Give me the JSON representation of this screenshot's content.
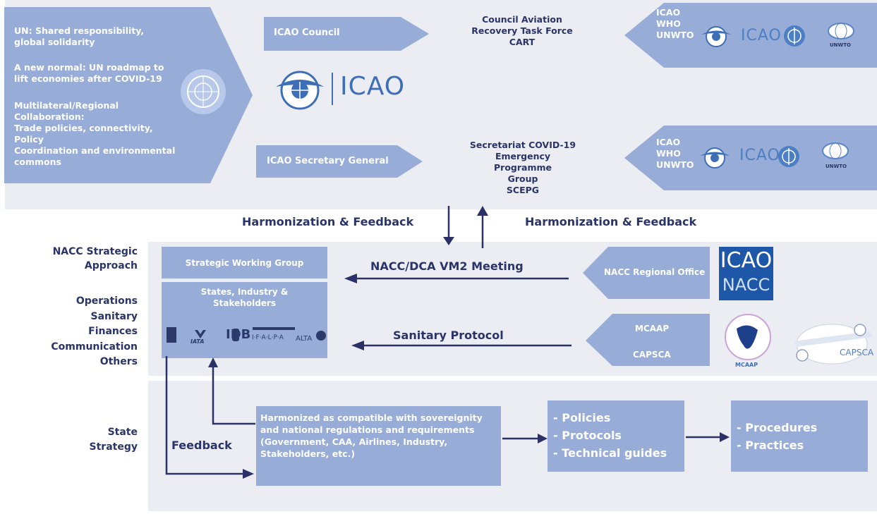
{
  "un_box": {
    "line1": "UN: Shared responsibility,\nglobal solidarity",
    "line2": "A new normal: UN roadmap to\nlift economies after COVID-19",
    "line3": "Multilateral/Regional\nCollaboration:\nTrade policies, connectivity,\nPolicy\nCoordination and environmental\ncommons"
  },
  "council": {
    "label": "ICAO Council",
    "task_force": "Council Aviation\nRecovery Task Force\nCART"
  },
  "icao_logo_text": "ICAO",
  "secretary": {
    "label": "ICAO Secretary General",
    "group": "Secretariat COVID-19\nEmergency Programme\nGroup\nSCEPG"
  },
  "partners_top": {
    "names": "ICAO\nWHO\nUNWTO",
    "icao": "ICAO",
    "unwto": "UNWTO"
  },
  "partners_bottom": {
    "names": "ICAO\nWHO\nUNWTO",
    "icao": "ICAO",
    "unwto": "UNWTO"
  },
  "harmonization_left": "Harmonization & Feedback",
  "harmonization_right": "Harmonization & Feedback",
  "left_labels": {
    "strategic": "NACC Strategic\nApproach",
    "areas": "Operations\nSanitary\nFinances\nCommunication\nOthers",
    "state": "State\nStrategy"
  },
  "strategic_wg": "Strategic Working Group",
  "states_box": {
    "title": "States, Industry &\nStakeholders",
    "logos": [
      "IDB",
      "I·F·A·L·P·A",
      "IATA",
      "ALTA"
    ]
  },
  "meeting": "NACC/DCA VM2 Meeting",
  "sanitary_protocol": "Sanitary Protocol",
  "nacc_office": "NACC Regional Office",
  "icao_nacc": {
    "top": "ICAO",
    "bottom": "NACC"
  },
  "mcaap_box": {
    "a": "MCAAP",
    "b": "CAPSCA"
  },
  "mcaap_logo": "MCAAP",
  "capsca_logo": "CAPSCA",
  "feedback": "Feedback",
  "harmonized": "Harmonized as compatible with sovereignity\nand national regulations and requirements\n(Government, CAA, Airlines, Industry,\nStakeholders, etc.)",
  "policies": "- Policies\n- Protocols\n- Technical guides",
  "procedures": "- Procedures\n- Practices",
  "colors": {
    "box": "#98acd8",
    "band": "#ebedf2",
    "navy": "#2a3468",
    "arrow": "#2b3066"
  }
}
